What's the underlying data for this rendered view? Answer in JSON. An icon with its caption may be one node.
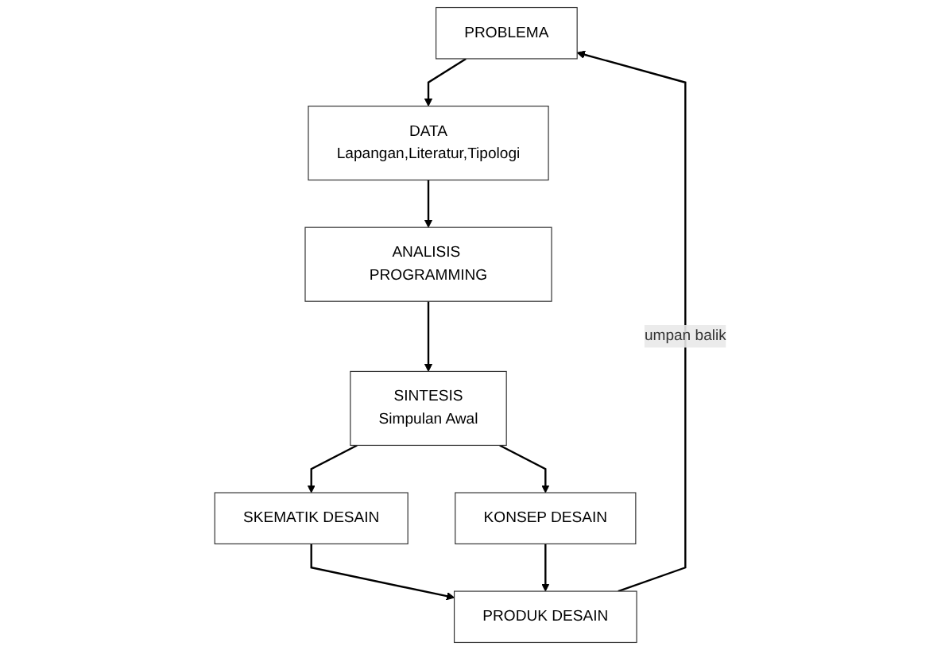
{
  "diagram": {
    "nodes": [
      {
        "text": [
          "PROBLEMA"
        ]
      },
      {
        "text": [
          "DATA",
          "Lapangan,Literatur,Tipologi"
        ]
      },
      {
        "text": [
          "ANALISIS PROGRAMMING"
        ]
      },
      {
        "text": [
          "SINTESIS",
          "Simpulan Awal"
        ]
      },
      {
        "text": [
          "SKEMATIK DESAIN"
        ]
      },
      {
        "text": [
          "KONSEP DESAIN"
        ]
      },
      {
        "text": [
          "PRODUK DESAIN"
        ]
      }
    ],
    "edges": [
      {
        "from": 0,
        "to": 1,
        "arrow": "to"
      },
      {
        "from": 1,
        "to": 2,
        "arrow": "to"
      },
      {
        "from": 2,
        "to": 3,
        "arrow": "to"
      },
      {
        "from": 3,
        "to": 4,
        "arrow": "to"
      },
      {
        "from": 3,
        "to": 5,
        "arrow": "to"
      },
      {
        "from": 4,
        "to": 6,
        "arrow": "to"
      },
      {
        "from": 5,
        "to": 6,
        "arrow": "to"
      },
      {
        "from": 6,
        "to": 0,
        "arrow": "to",
        "label": "umpan balik"
      }
    ]
  }
}
